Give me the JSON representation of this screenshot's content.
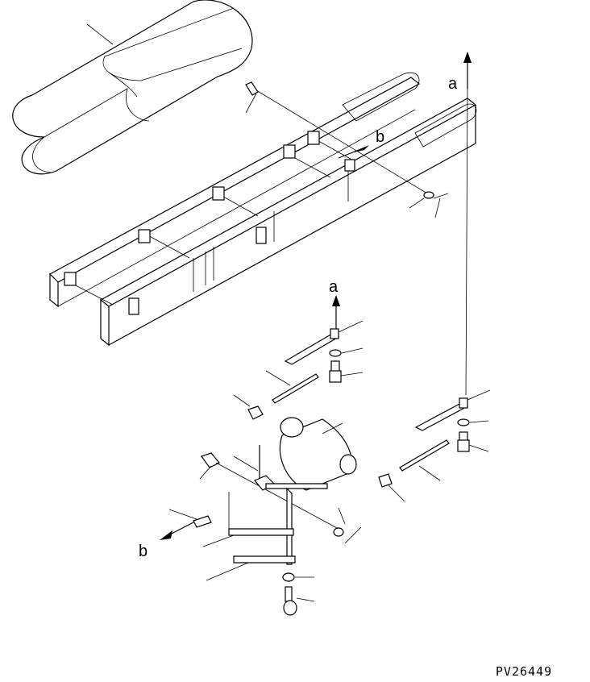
{
  "callouts": {
    "a_top": "a",
    "a_mid": "a",
    "b_top": "b",
    "b_bottom": "b"
  },
  "drawing_code": "PV26449",
  "colors": {
    "ink": "#000000",
    "paper": "#ffffff"
  }
}
